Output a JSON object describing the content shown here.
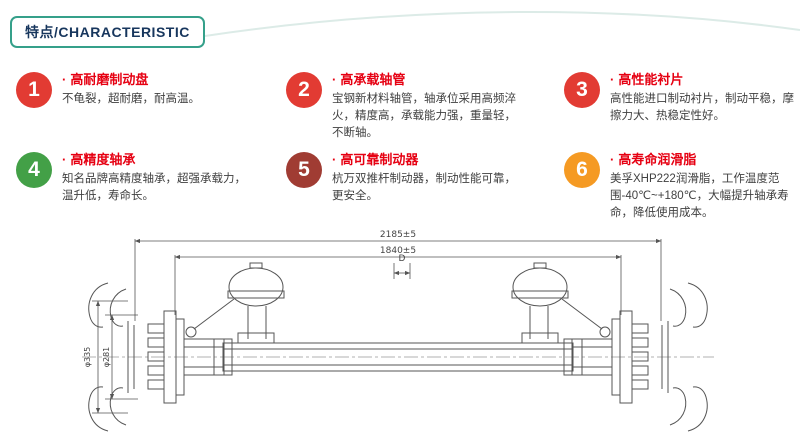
{
  "header": {
    "badge_label": "特点/CHARACTERISTIC"
  },
  "ui": {
    "bullet": "·"
  },
  "colors": {
    "badge_border_teal": "#35a08a",
    "badge_text_navy": "#17365d",
    "title_red": "#e60012",
    "drawing_line": "#555555"
  },
  "features": [
    {
      "num": "1",
      "color": "#e23b33",
      "title": "高耐磨制动盘",
      "body": "不龟裂，超耐磨，耐高温。"
    },
    {
      "num": "2",
      "color": "#e23b33",
      "title": "高承载轴管",
      "body": "宝钢新材料轴管，轴承位采用高频淬火，精度高，承载能力强，重量轻，不断轴。"
    },
    {
      "num": "3",
      "color": "#e23b33",
      "title": "高性能衬片",
      "body": "高性能进口制动衬片，制动平稳，摩擦力大、热稳定性好。"
    },
    {
      "num": "4",
      "color": "#43a047",
      "title": "高精度轴承",
      "body": "知名品牌高精度轴承，超强承载力，温升低，寿命长。"
    },
    {
      "num": "5",
      "color": "#a03c33",
      "title": "高可靠制动器",
      "body": "杭万双推杆制动器，制动性能可靠，更安全。"
    },
    {
      "num": "6",
      "color": "#f59a23",
      "title": "高寿命润滑脂",
      "body": "美孚XHP222润滑脂，工作温度范围-40℃~+180℃，大幅提升轴承寿命，降低使用成本。"
    }
  ],
  "drawing": {
    "dim_overall": "2185±5",
    "dim_inner": "1840±5",
    "dim_d": "D",
    "dim_diameter_outer": "φ335",
    "dim_diameter_inner": "φ281"
  }
}
